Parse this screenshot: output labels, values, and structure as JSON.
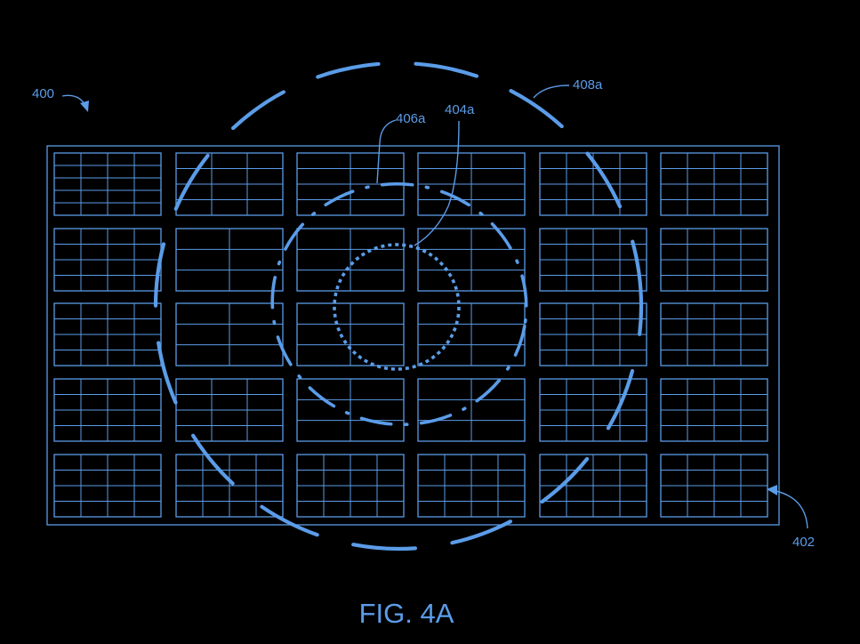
{
  "colors": {
    "background": "#000000",
    "line": "#5b9ce8",
    "text": "#5b9ce8"
  },
  "labels": {
    "figure_ref": "400",
    "panel_ref": "402",
    "inner_region_ref": "404a",
    "middle_region_ref": "406a",
    "outer_region_ref": "408a"
  },
  "caption": "FIG. 4A",
  "grid": {
    "rows": 5,
    "cols": 6,
    "cell_pattern": [
      [
        "4x5",
        "3x4",
        "2x4",
        "2x4",
        "4x4",
        "4x4"
      ],
      [
        "4x4",
        "2x3",
        "2x3",
        "2x3",
        "4x4",
        "4x4"
      ],
      [
        "4x4",
        "2x3",
        "2x3",
        "2x3",
        "4x4",
        "4x4"
      ],
      [
        "4x4",
        "3x4",
        "2x3",
        "2x3",
        "4x4",
        "4x4"
      ],
      [
        "4x4",
        "4x4",
        "4x4",
        "4x4",
        "4x4",
        "4x4"
      ]
    ]
  }
}
